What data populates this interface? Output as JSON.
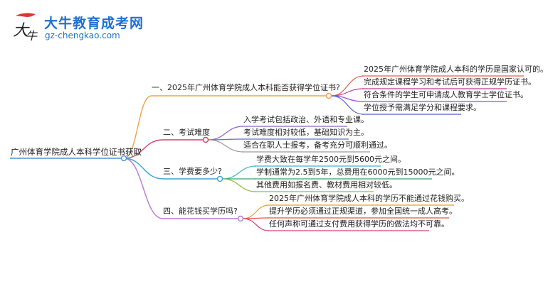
{
  "logo": {
    "title": "大牛教育成考网",
    "subtitle": "gz-chengkao.com",
    "colors": {
      "brand": "#1f6fcf",
      "mark_red": "#d9372b"
    }
  },
  "mindmap": {
    "root": "广州体育学院成人本科学位证书获取",
    "branches": [
      {
        "label": "一、2025年广州体育学院成人本科能否获得学位证书?",
        "color": "#f0a04b",
        "children": [
          {
            "label": "2025年广州体育学院成人本科的学历是国家认可的。",
            "color": "#e45d4f"
          },
          {
            "label": "完成规定课程学习和考试后可获得正规学历证书。",
            "color": "#c0398f"
          },
          {
            "label": "符合条件的学生可申请成人教育学士学位证书。",
            "color": "#9b4fd1"
          },
          {
            "label": "学位授予需满足学分和课程要求。",
            "color": "#4f5fd1"
          }
        ]
      },
      {
        "label": "二、考试难度",
        "color": "#d63c6a",
        "children": [
          {
            "label": "入学考试包括政治、外语和专业课。",
            "color": "#8e5fc9"
          },
          {
            "label": "考试难度相对较低，基础知识为主。",
            "color": "#5a6fd0"
          },
          {
            "label": "适合在职人士报考，备考充分可顺利通过。",
            "color": "#9a9a9a"
          }
        ]
      },
      {
        "label": "三、学费要多少?",
        "color": "#3aa0d8",
        "children": [
          {
            "label": "学费大致在每学年2500元到5600元之间。",
            "color": "#3fb6c8"
          },
          {
            "label": "学制通常为2.5到5年，总费用在6000元到15000元之间。",
            "color": "#2fa865"
          },
          {
            "label": "其他费用如报名费、教材费用相对较低。",
            "color": "#86c341"
          }
        ]
      },
      {
        "label": "四、能花钱买学历吗?",
        "color": "#b37ad0",
        "children": [
          {
            "label": "2025年广州体育学院成人本科的学历不能通过花钱购买。",
            "color": "#e0a02f"
          },
          {
            "label": "提升学历必须通过正规渠道，参加全国统一成人高考。",
            "color": "#e5533c"
          },
          {
            "label": "任何声称可通过支付费用获得学历的做法均不可靠。",
            "color": "#d0407c"
          }
        ]
      }
    ]
  }
}
